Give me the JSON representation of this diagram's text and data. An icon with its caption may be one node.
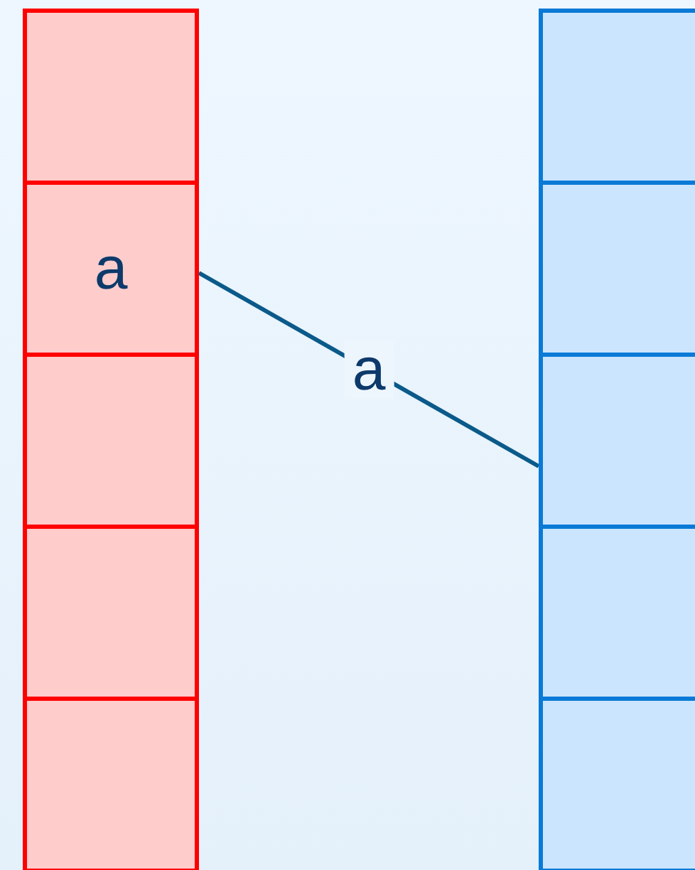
{
  "diagram": {
    "nodes": [
      {
        "text": [],
        "shape": "box"
      },
      {
        "text": [
          "a"
        ]
      },
      {
        "text": [],
        "shape": "box"
      },
      {
        "text": [],
        "shape": "box"
      },
      {
        "text": [],
        "shape": "box"
      },
      {
        "text": [],
        "shape": "box"
      },
      {
        "text": [],
        "shape": "box"
      },
      {
        "text": [],
        "shape": "box"
      },
      {
        "text": [],
        "shape": "box"
      },
      {
        "text": [],
        "shape": "box"
      }
    ],
    "edges": [
      {
        "from": 1,
        "to": 7,
        "arrow": "none",
        "label": "a"
      }
    ]
  }
}
